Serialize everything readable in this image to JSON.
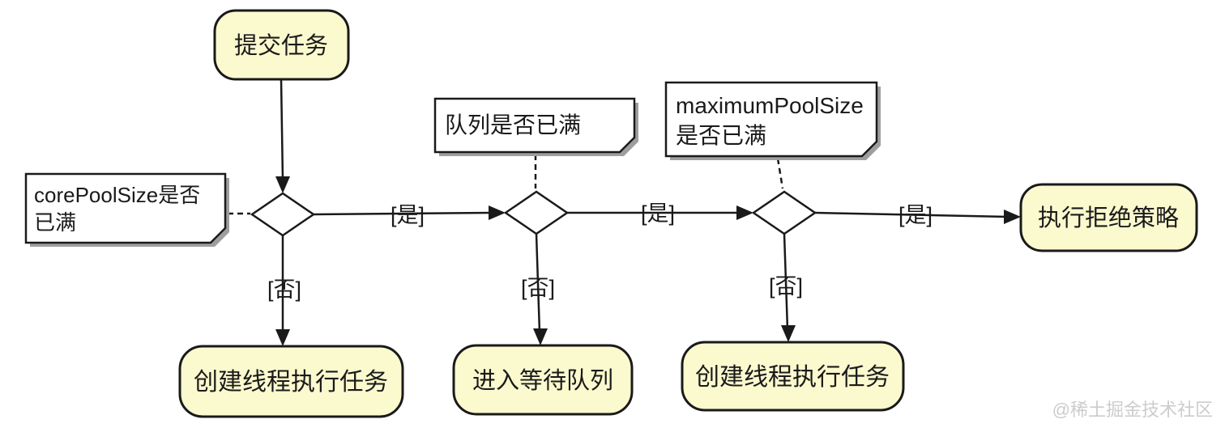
{
  "colors": {
    "background": "#ffffff",
    "node_fill": "#fbf9ce",
    "node_border": "#1a1a1a",
    "note_fill": "#ffffff",
    "note_shadow": "#9e9e9e",
    "line": "#1a1a1a",
    "watermark": "#cccccc"
  },
  "nodes": {
    "start": {
      "label": "提交任务",
      "shape": "rounded-rect"
    },
    "decision_core": {
      "shape": "diamond"
    },
    "decision_queue": {
      "shape": "diamond"
    },
    "decision_max": {
      "shape": "diamond"
    },
    "create_core": {
      "label": "创建线程执行任务",
      "shape": "rounded-rect"
    },
    "enqueue": {
      "label": "进入等待队列",
      "shape": "rounded-rect"
    },
    "create_max": {
      "label": "创建线程执行任务",
      "shape": "rounded-rect"
    },
    "reject": {
      "label": "执行拒绝策略",
      "shape": "rounded-rect"
    }
  },
  "notes": {
    "core_pool": {
      "line1": "corePoolSize是否",
      "line2": "已满"
    },
    "queue": {
      "line1": "队列是否已满"
    },
    "max_pool": {
      "line1": "maximumPoolSize",
      "line2": "是否已满"
    }
  },
  "edges": [
    {
      "from": "start",
      "to": "decision_core",
      "label": ""
    },
    {
      "from": "decision_core",
      "to": "decision_queue",
      "label": "[是]"
    },
    {
      "from": "decision_core",
      "to": "create_core",
      "label": "[否]"
    },
    {
      "from": "decision_queue",
      "to": "decision_max",
      "label": "[是]"
    },
    {
      "from": "decision_queue",
      "to": "enqueue",
      "label": "[否]"
    },
    {
      "from": "decision_max",
      "to": "reject",
      "label": "[是]"
    },
    {
      "from": "decision_max",
      "to": "create_max",
      "label": "[否]"
    }
  ],
  "watermark": "@稀土掘金技术社区"
}
